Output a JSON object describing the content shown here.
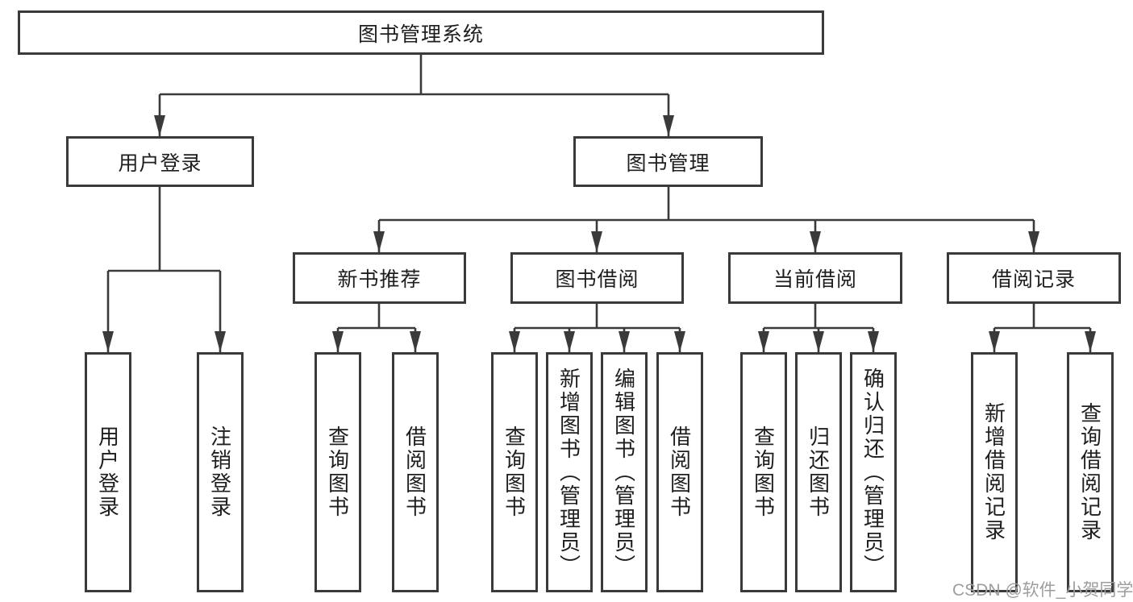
{
  "colors": {
    "line": "#3a3a3a",
    "box_border": "#3a3a3a",
    "text": "#1e1e1e",
    "background": "#ffffff",
    "watermark": "#9d9d9d"
  },
  "watermark": {
    "text": "CSDN @软件_小贺同学"
  },
  "tree": {
    "root": {
      "label": "图书管理系统",
      "children": [
        {
          "label": "用户登录",
          "children": [
            {
              "label": "用户登录"
            },
            {
              "label": "注销登录"
            }
          ]
        },
        {
          "label": "图书管理",
          "children": [
            {
              "label": "新书推荐",
              "children": [
                {
                  "label": "查询图书"
                },
                {
                  "label": "借阅图书"
                }
              ]
            },
            {
              "label": "图书借阅",
              "children": [
                {
                  "label": "查询图书"
                },
                {
                  "label": "新增图书（管理员）"
                },
                {
                  "label": "编辑图书（管理员）"
                },
                {
                  "label": "借阅图书"
                }
              ]
            },
            {
              "label": "当前借阅",
              "children": [
                {
                  "label": "查询图书"
                },
                {
                  "label": "归还图书"
                },
                {
                  "label": "确认归还（管理员）"
                }
              ]
            },
            {
              "label": "借阅记录",
              "children": [
                {
                  "label": "新增借阅记录"
                },
                {
                  "label": "查询借阅记录"
                }
              ]
            }
          ]
        }
      ]
    }
  }
}
